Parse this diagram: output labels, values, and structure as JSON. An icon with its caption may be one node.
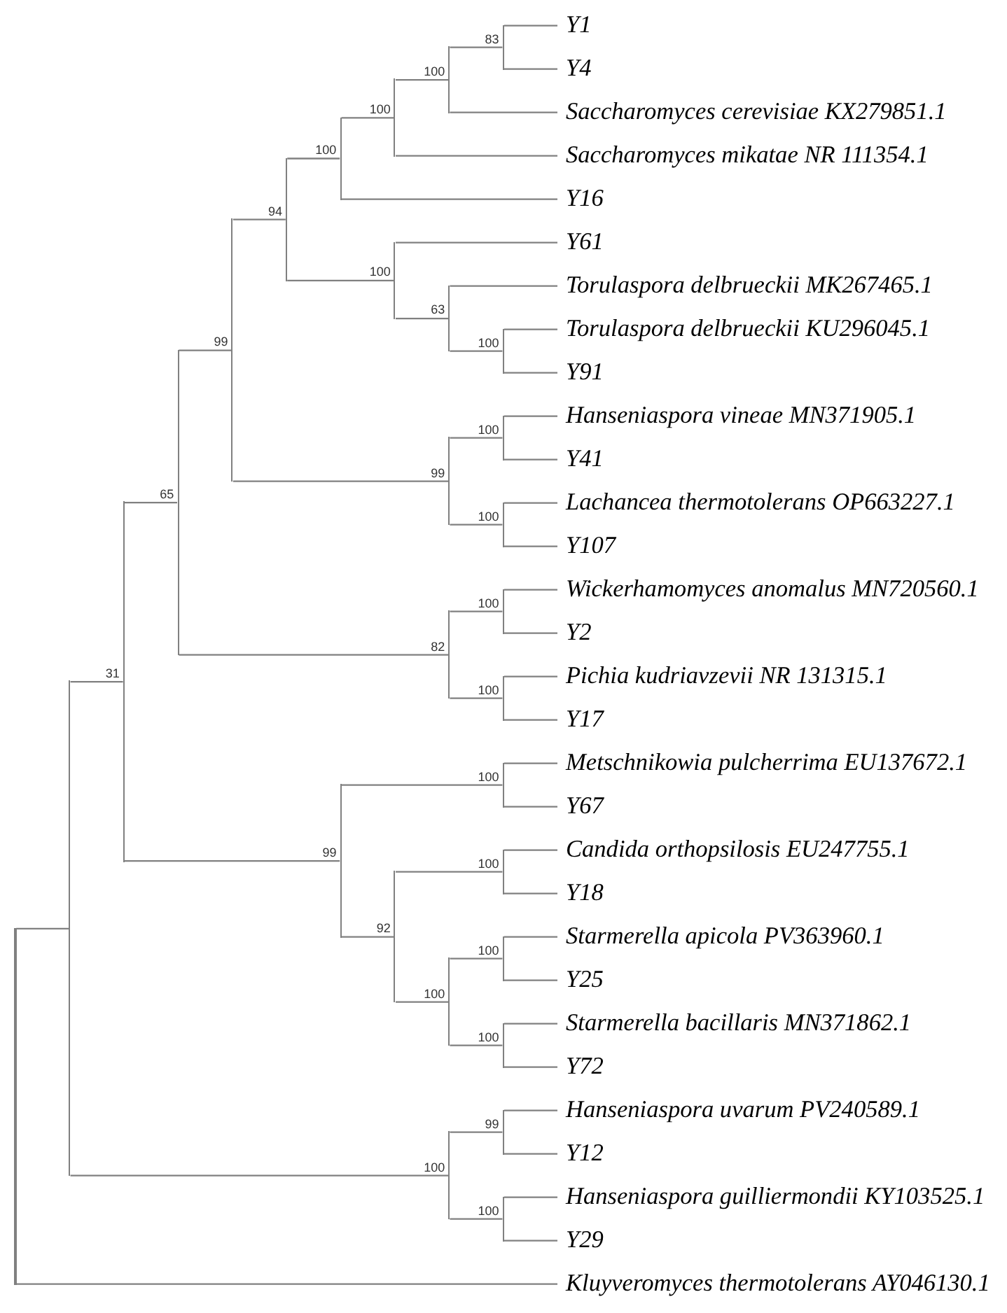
{
  "diagram": {
    "nodes": [
      {
        "text": [],
        "shape": "bar"
      },
      {
        "text": [],
        "shape": "bar"
      },
      {
        "text": [],
        "shape": "bar"
      },
      {
        "text": [],
        "shape": "bar"
      },
      {
        "text": [],
        "shape": "bar"
      },
      {
        "text": [],
        "shape": "bar"
      },
      {
        "text": [],
        "shape": "bar"
      },
      {
        "text": [],
        "shape": "bar"
      },
      {
        "text": [],
        "shape": "bar"
      },
      {
        "text": [],
        "shape": "bar"
      },
      {
        "text": [
          "Y1"
        ]
      },
      {
        "text": [
          "Y4"
        ]
      },
      {
        "text": [
          "Saccharomyces cerevisiae KX279851.1"
        ]
      },
      {
        "text": [
          "Saccharomyces mikatae NR 111354.1"
        ]
      },
      {
        "text": [
          "Y16"
        ]
      },
      {
        "text": [],
        "shape": "bar"
      },
      {
        "text": [
          "Y61"
        ]
      },
      {
        "text": [],
        "shape": "bar"
      },
      {
        "text": [
          "Torulaspora delbrueckii MK267465.1"
        ]
      },
      {
        "text": [],
        "shape": "bar"
      },
      {
        "text": [
          "Torulaspora delbrueckii KU296045.1"
        ]
      },
      {
        "text": [
          "Y91"
        ]
      },
      {
        "text": [],
        "shape": "bar"
      },
      {
        "text": [],
        "shape": "bar"
      },
      {
        "text": [
          "Hanseniaspora vineae MN371905.1"
        ]
      },
      {
        "text": [
          "Y41"
        ]
      },
      {
        "text": [],
        "shape": "bar"
      },
      {
        "text": [
          "Lachancea thermotolerans OP663227.1"
        ]
      },
      {
        "text": [
          "Y107"
        ]
      },
      {
        "text": [],
        "shape": "bar"
      },
      {
        "text": [],
        "shape": "bar"
      },
      {
        "text": [
          "Wickerhamomyces anomalus MN720560.1"
        ]
      },
      {
        "text": [
          "Y2"
        ]
      },
      {
        "text": [],
        "shape": "bar"
      },
      {
        "text": [
          "Pichia kudriavzevii NR 131315.1"
        ]
      },
      {
        "text": [
          "Y17"
        ]
      },
      {
        "text": [],
        "shape": "bar"
      },
      {
        "text": [],
        "shape": "bar"
      },
      {
        "text": [
          "Metschnikowia pulcherrima EU137672.1"
        ]
      },
      {
        "text": [
          "Y67"
        ]
      },
      {
        "text": [],
        "shape": "bar"
      },
      {
        "text": [],
        "shape": "bar"
      },
      {
        "text": [
          "Candida orthopsilosis EU247755.1"
        ]
      },
      {
        "text": [
          "Y18"
        ]
      },
      {
        "text": [],
        "shape": "bar"
      },
      {
        "text": [],
        "shape": "bar"
      },
      {
        "text": [
          "Starmerella apicola PV363960.1"
        ]
      },
      {
        "text": [
          "Y25"
        ]
      },
      {
        "text": [],
        "shape": "bar"
      },
      {
        "text": [
          "Starmerella bacillaris MN371862.1"
        ]
      },
      {
        "text": [
          "Y72"
        ]
      },
      {
        "text": [],
        "shape": "bar"
      },
      {
        "text": [],
        "shape": "bar"
      },
      {
        "text": [
          "Hanseniaspora uvarum PV240589.1"
        ]
      },
      {
        "text": [
          "Y12"
        ]
      },
      {
        "text": [],
        "shape": "bar"
      },
      {
        "text": [
          "Hanseniaspora guilliermondii KY103525.1"
        ]
      },
      {
        "text": [
          "Y29"
        ]
      },
      {
        "text": [
          "Kluyveromyces thermotolerans AY046130.1"
        ]
      }
    ],
    "edges": [
      {
        "from": 0,
        "to": 1,
        "arrow": "none"
      },
      {
        "from": 1,
        "to": 2,
        "arrow": "none",
        "label": "31"
      },
      {
        "from": 2,
        "to": 3,
        "arrow": "none",
        "label": "65"
      },
      {
        "from": 3,
        "to": 4,
        "arrow": "none",
        "label": "99"
      },
      {
        "from": 4,
        "to": 5,
        "arrow": "none",
        "label": "94"
      },
      {
        "from": 5,
        "to": 6,
        "arrow": "none",
        "label": "100"
      },
      {
        "from": 6,
        "to": 7,
        "arrow": "none",
        "label": "100"
      },
      {
        "from": 7,
        "to": 8,
        "arrow": "none",
        "label": "100"
      },
      {
        "from": 8,
        "to": 9,
        "arrow": "none",
        "label": "83"
      },
      {
        "from": 9,
        "to": 10,
        "arrow": "none"
      },
      {
        "from": 9,
        "to": 11,
        "arrow": "none"
      },
      {
        "from": 8,
        "to": 12,
        "arrow": "none"
      },
      {
        "from": 7,
        "to": 13,
        "arrow": "none"
      },
      {
        "from": 6,
        "to": 14,
        "arrow": "none"
      },
      {
        "from": 5,
        "to": 15,
        "arrow": "none",
        "label": "100"
      },
      {
        "from": 15,
        "to": 16,
        "arrow": "none"
      },
      {
        "from": 15,
        "to": 17,
        "arrow": "none",
        "label": "63"
      },
      {
        "from": 17,
        "to": 18,
        "arrow": "none"
      },
      {
        "from": 17,
        "to": 19,
        "arrow": "none",
        "label": "100"
      },
      {
        "from": 19,
        "to": 20,
        "arrow": "none"
      },
      {
        "from": 19,
        "to": 21,
        "arrow": "none"
      },
      {
        "from": 4,
        "to": 22,
        "arrow": "none",
        "label": "99"
      },
      {
        "from": 22,
        "to": 23,
        "arrow": "none",
        "label": "100"
      },
      {
        "from": 23,
        "to": 24,
        "arrow": "none"
      },
      {
        "from": 23,
        "to": 25,
        "arrow": "none"
      },
      {
        "from": 22,
        "to": 26,
        "arrow": "none",
        "label": "100"
      },
      {
        "from": 26,
        "to": 27,
        "arrow": "none"
      },
      {
        "from": 26,
        "to": 28,
        "arrow": "none"
      },
      {
        "from": 3,
        "to": 29,
        "arrow": "none",
        "label": "82"
      },
      {
        "from": 29,
        "to": 30,
        "arrow": "none",
        "label": "100"
      },
      {
        "from": 30,
        "to": 31,
        "arrow": "none"
      },
      {
        "from": 30,
        "to": 32,
        "arrow": "none"
      },
      {
        "from": 29,
        "to": 33,
        "arrow": "none",
        "label": "100"
      },
      {
        "from": 33,
        "to": 34,
        "arrow": "none"
      },
      {
        "from": 33,
        "to": 35,
        "arrow": "none"
      },
      {
        "from": 2,
        "to": 36,
        "arrow": "none",
        "label": "99"
      },
      {
        "from": 36,
        "to": 37,
        "arrow": "none",
        "label": "100"
      },
      {
        "from": 37,
        "to": 38,
        "arrow": "none"
      },
      {
        "from": 37,
        "to": 39,
        "arrow": "none"
      },
      {
        "from": 36,
        "to": 40,
        "arrow": "none",
        "label": "92"
      },
      {
        "from": 40,
        "to": 41,
        "arrow": "none",
        "label": "100"
      },
      {
        "from": 41,
        "to": 42,
        "arrow": "none"
      },
      {
        "from": 41,
        "to": 43,
        "arrow": "none"
      },
      {
        "from": 40,
        "to": 44,
        "arrow": "none",
        "label": "100"
      },
      {
        "from": 44,
        "to": 45,
        "arrow": "none",
        "label": "100"
      },
      {
        "from": 45,
        "to": 46,
        "arrow": "none"
      },
      {
        "from": 45,
        "to": 47,
        "arrow": "none"
      },
      {
        "from": 44,
        "to": 48,
        "arrow": "none",
        "label": "100"
      },
      {
        "from": 48,
        "to": 49,
        "arrow": "none"
      },
      {
        "from": 48,
        "to": 50,
        "arrow": "none"
      },
      {
        "from": 1,
        "to": 51,
        "arrow": "none",
        "label": "100"
      },
      {
        "from": 51,
        "to": 52,
        "arrow": "none",
        "label": "99"
      },
      {
        "from": 52,
        "to": 53,
        "arrow": "none"
      },
      {
        "from": 52,
        "to": 54,
        "arrow": "none"
      },
      {
        "from": 51,
        "to": 55,
        "arrow": "none",
        "label": "100"
      },
      {
        "from": 55,
        "to": 56,
        "arrow": "none"
      },
      {
        "from": 55,
        "to": 57,
        "arrow": "none"
      },
      {
        "from": 0,
        "to": 58,
        "arrow": "none"
      }
    ]
  }
}
